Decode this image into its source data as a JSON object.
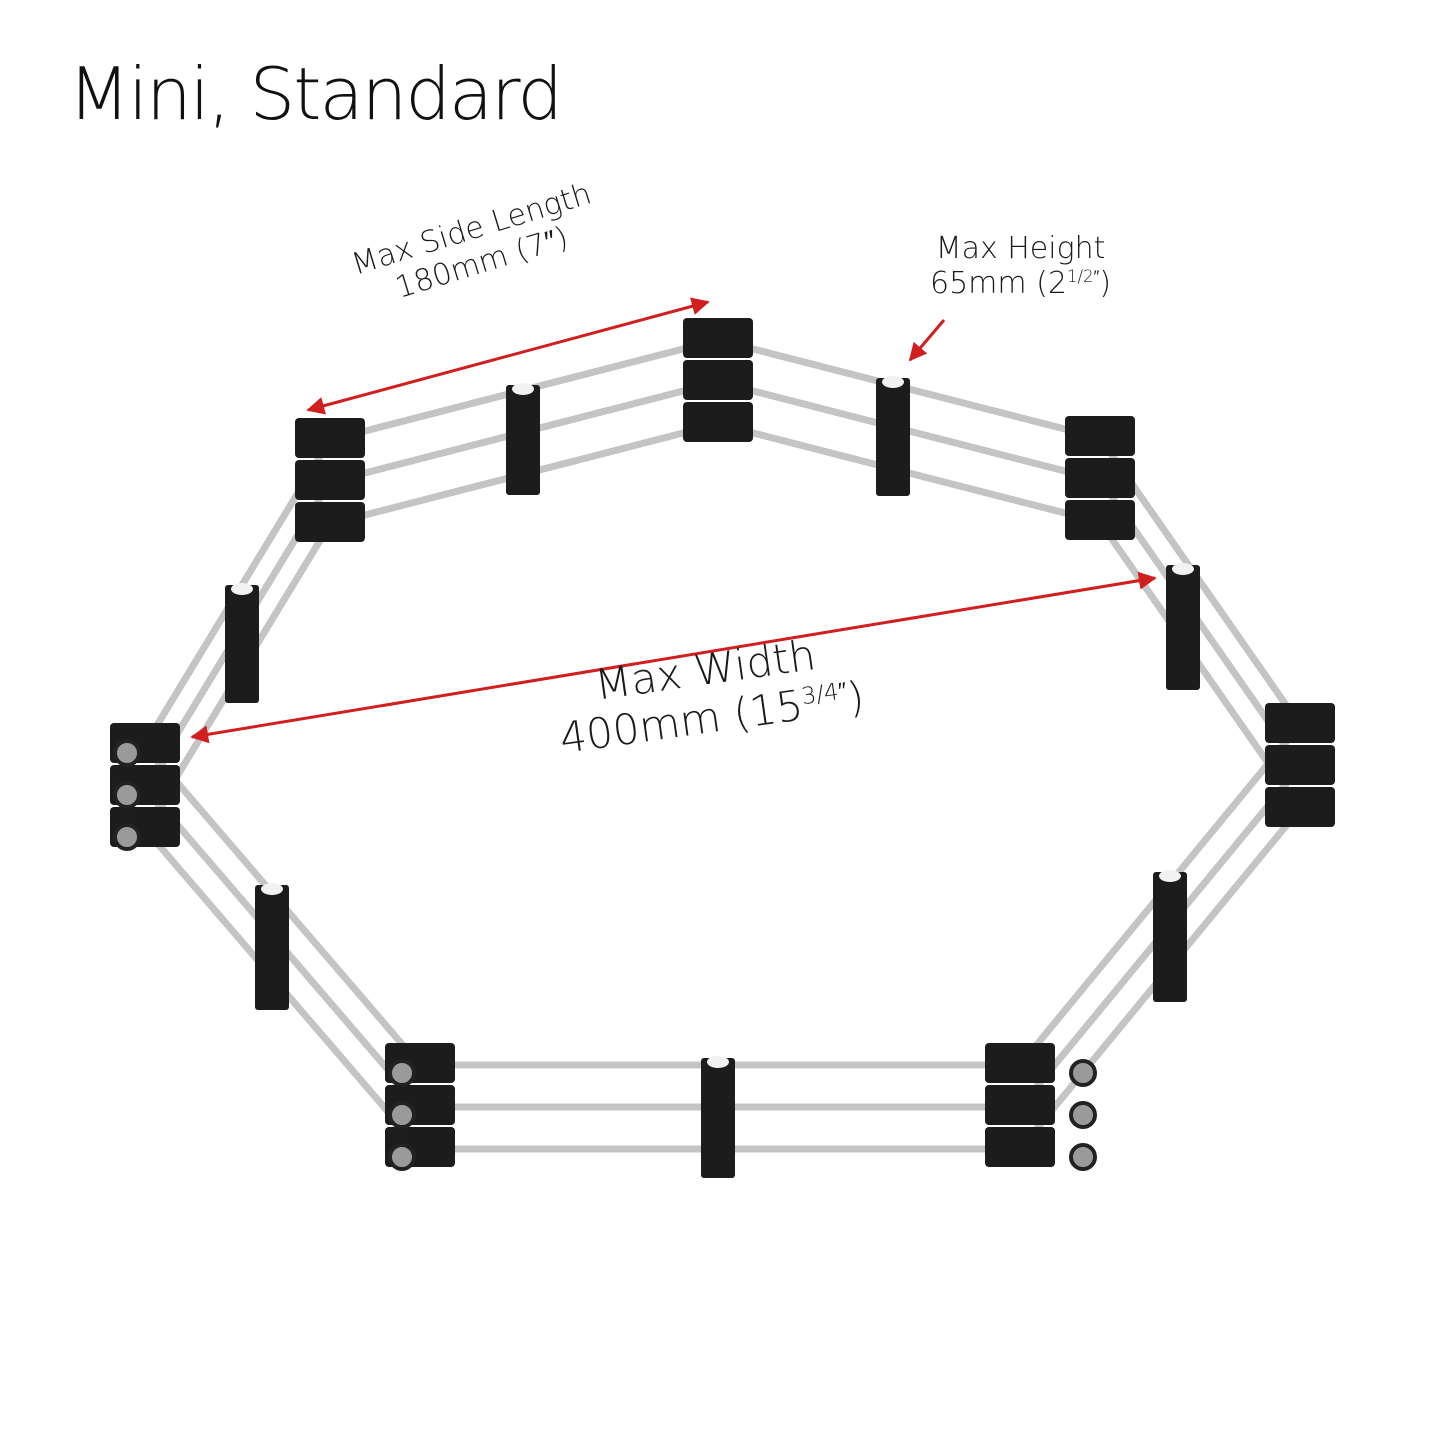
{
  "title": "Mini, Standard",
  "annotations": {
    "side_length": {
      "line1": "Max Side Length",
      "line2": "180mm (7″)"
    },
    "height": {
      "line1": "Max Height",
      "line2_main": "65mm (2",
      "line2_sup": "1/2″",
      "line2_end": ")"
    },
    "width": {
      "line1": "Max Width",
      "line2_main": "400mm (15",
      "line2_sup": "3/4″",
      "line2_end": ")"
    }
  },
  "colors": {
    "rod": "#c4c4c4",
    "block": "#1c1c1c",
    "arrow": "#d11f1f",
    "text": "#1a1a1a"
  },
  "icons": {
    "cap": "white-rod-cap",
    "nut": "silver-thumb-nut"
  }
}
